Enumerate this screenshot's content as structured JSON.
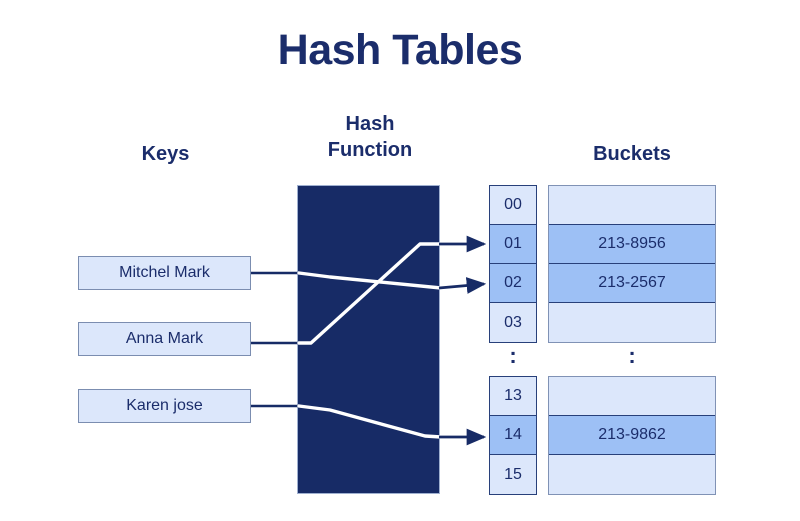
{
  "title": "Hash Tables",
  "colors": {
    "title_navy": "#1b2d6b",
    "hash_block": "#172b66",
    "cell_light": "#dce7fb",
    "cell_highlight": "#9dc0f5",
    "border": "#28407a",
    "wire_white": "#ffffff",
    "arrow": "#172b66"
  },
  "headers": {
    "keys": "Keys",
    "hash_line1": "Hash",
    "hash_line2": "Function",
    "buckets": "Buckets"
  },
  "keys": [
    {
      "label": "Mitchel Mark"
    },
    {
      "label": "Anna Mark"
    },
    {
      "label": "Karen jose"
    }
  ],
  "table": {
    "ellipsis": ":",
    "groups": [
      {
        "name": "top",
        "rows": [
          {
            "index": "00",
            "value": "",
            "highlighted": false
          },
          {
            "index": "01",
            "value": "213-8956",
            "highlighted": true
          },
          {
            "index": "02",
            "value": "213-2567",
            "highlighted": true
          },
          {
            "index": "03",
            "value": "",
            "highlighted": false
          }
        ]
      },
      {
        "name": "bottom",
        "rows": [
          {
            "index": "13",
            "value": "",
            "highlighted": false
          },
          {
            "index": "14",
            "value": "213-9862",
            "highlighted": true
          },
          {
            "index": "15",
            "value": "",
            "highlighted": false
          }
        ]
      }
    ]
  },
  "mappings": [
    {
      "from": "Mitchel Mark",
      "to_index": "02"
    },
    {
      "from": "Anna Mark",
      "to_index": "01"
    },
    {
      "from": "Karen jose",
      "to_index": "14"
    }
  ]
}
